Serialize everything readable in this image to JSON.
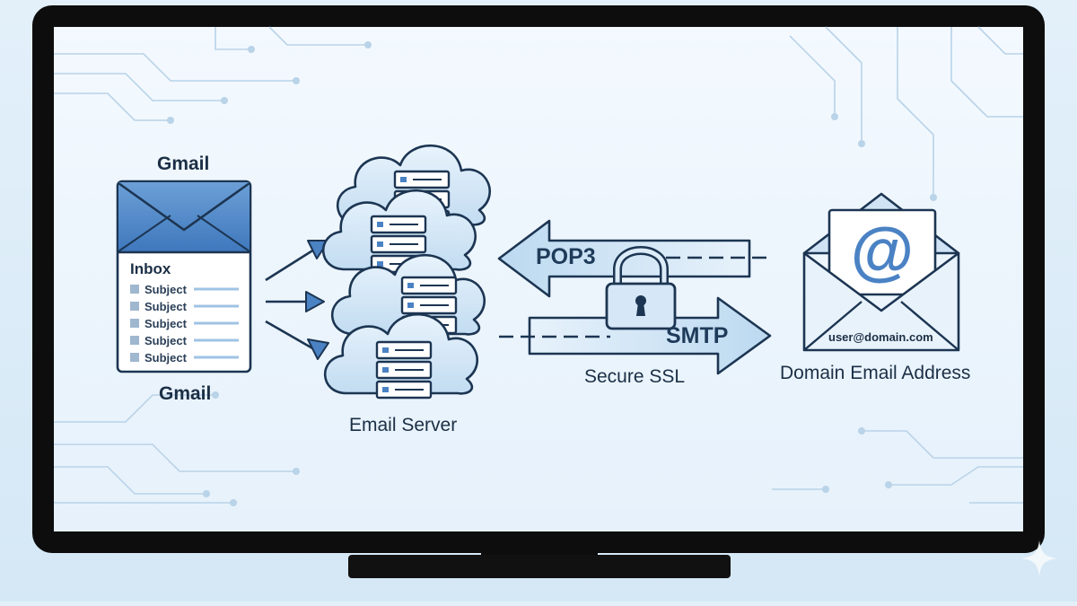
{
  "colors": {
    "bezel": "#0d0d0d",
    "screen": "#eef6fd",
    "ink": "#1c3552",
    "accent_blue": "#4a82c4",
    "light_blue": "#cfe3f5",
    "circuit": "#b9d3e8"
  },
  "gmail_card": {
    "top_label": "Gmail",
    "bottom_label": "Gmail",
    "inbox_label": "Inbox",
    "subjects": [
      "Subject",
      "Subject",
      "Subject",
      "Subject",
      "Subject"
    ]
  },
  "server": {
    "label": "Email Server"
  },
  "protocols": {
    "pop3": "POP3",
    "smtp": "SMTP",
    "ssl_label": "Secure SSL"
  },
  "domain_email": {
    "at_symbol": "@",
    "address": "user@domain.com",
    "label": "Domain Email Address"
  },
  "icons": [
    "envelope-icon",
    "cloud-server-icon",
    "padlock-icon",
    "open-envelope-icon",
    "sparkle-icon"
  ]
}
